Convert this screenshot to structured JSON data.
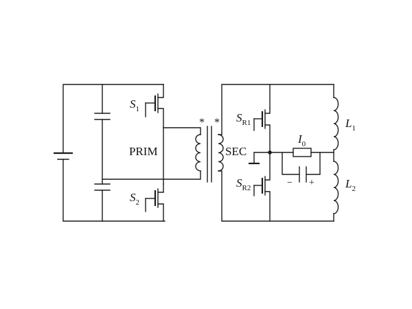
{
  "diagram": {
    "type": "circuit-schematic",
    "labels": {
      "s1": {
        "main": "S",
        "sub": "1"
      },
      "s2": {
        "main": "S",
        "sub": "2"
      },
      "sr1": {
        "main": "S",
        "sub": "R1"
      },
      "sr2": {
        "main": "S",
        "sub": "R2"
      },
      "l1": {
        "main": "L",
        "sub": "1"
      },
      "l2": {
        "main": "L",
        "sub": "2"
      },
      "i0": {
        "main": "I",
        "sub": "0"
      },
      "prim": "PRIM",
      "sec": "SEC",
      "dot_primary": "*",
      "dot_secondary": "*",
      "cap_minus": "−",
      "cap_plus": "+"
    }
  }
}
